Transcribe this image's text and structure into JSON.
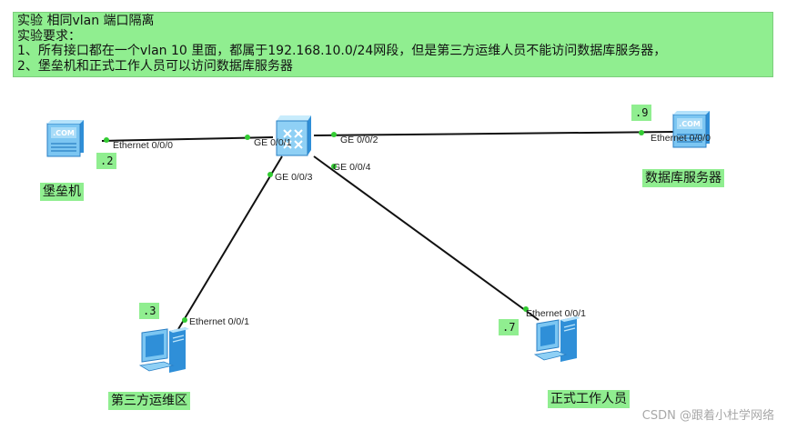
{
  "banner": {
    "line1": "实验  相同vlan 端口隔离",
    "line2": "实验要求：",
    "line3": "1、所有接口都在一个vlan 10 里面，都属于192.168.10.0/24网段，但是第三方运维人员不能访问数据库服务器，",
    "line4": "2、堡垒机和正式工作人员可以访问数据库服务器"
  },
  "devices": {
    "bastion": {
      "name": "堡垒机",
      "ip": ".2",
      "port": "Ethernet 0/0/0",
      "icon": "server-icon"
    },
    "database": {
      "name": "数据库服务器",
      "ip": ".9",
      "port": "Ethernet 0/0/0",
      "icon": "server-icon"
    },
    "thirdparty": {
      "name": "第三方运维区",
      "ip": ".3",
      "port": "Ethernet 0/0/1",
      "icon": "pc-icon"
    },
    "staff": {
      "name": "正式工作人员",
      "ip": ".7",
      "port": "Ethernet 0/0/1",
      "icon": "pc-icon"
    },
    "switch": {
      "icon": "switch-icon",
      "ports": {
        "p1": "GE 0/0/1",
        "p2": "GE 0/0/2",
        "p3": "GE 0/0/3",
        "p4": "GE 0/0/4"
      }
    }
  },
  "watermark": "CSDN @跟着小杜学网络",
  "colors": {
    "label_bg": "#90ee90",
    "link": "#111111",
    "port_dot": "#33cc33"
  }
}
